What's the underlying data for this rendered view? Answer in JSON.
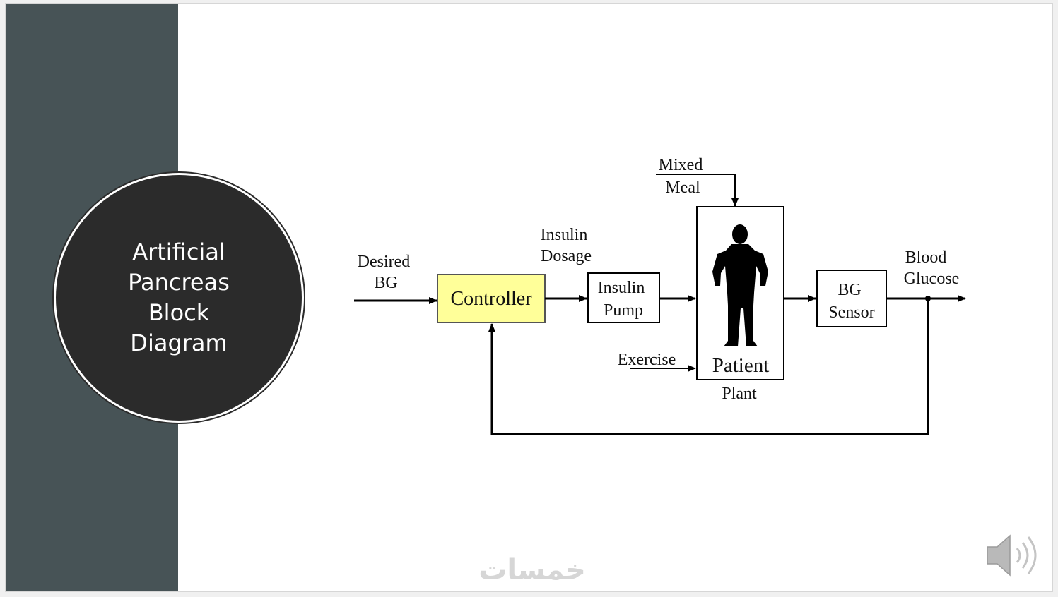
{
  "slide": {
    "title_lines": [
      "Artificial",
      "Pancreas",
      "Block",
      "Diagram"
    ]
  },
  "diagram": {
    "input_label": [
      "Desired",
      "BG"
    ],
    "controller_label": "Controller",
    "insulin_dosage_label": [
      "Insulin",
      "Dosage"
    ],
    "pump_label": [
      "Insulin",
      "Pump"
    ],
    "mixed_meal_label": [
      "Mixed",
      "Meal"
    ],
    "exercise_label": "Exercise",
    "patient_label": "Patient",
    "plant_label": "Plant",
    "sensor_label": [
      "BG",
      "Sensor"
    ],
    "output_label": [
      "Blood",
      "Glucose"
    ]
  },
  "watermark": {
    "text": "خمسات"
  },
  "icons": {
    "audio": "speaker-icon",
    "person": "person-silhouette-icon"
  },
  "colors": {
    "side_panel": "#475356",
    "circle": "#2b2b2b",
    "controller_fill": "#ffff99",
    "line": "#000000"
  }
}
